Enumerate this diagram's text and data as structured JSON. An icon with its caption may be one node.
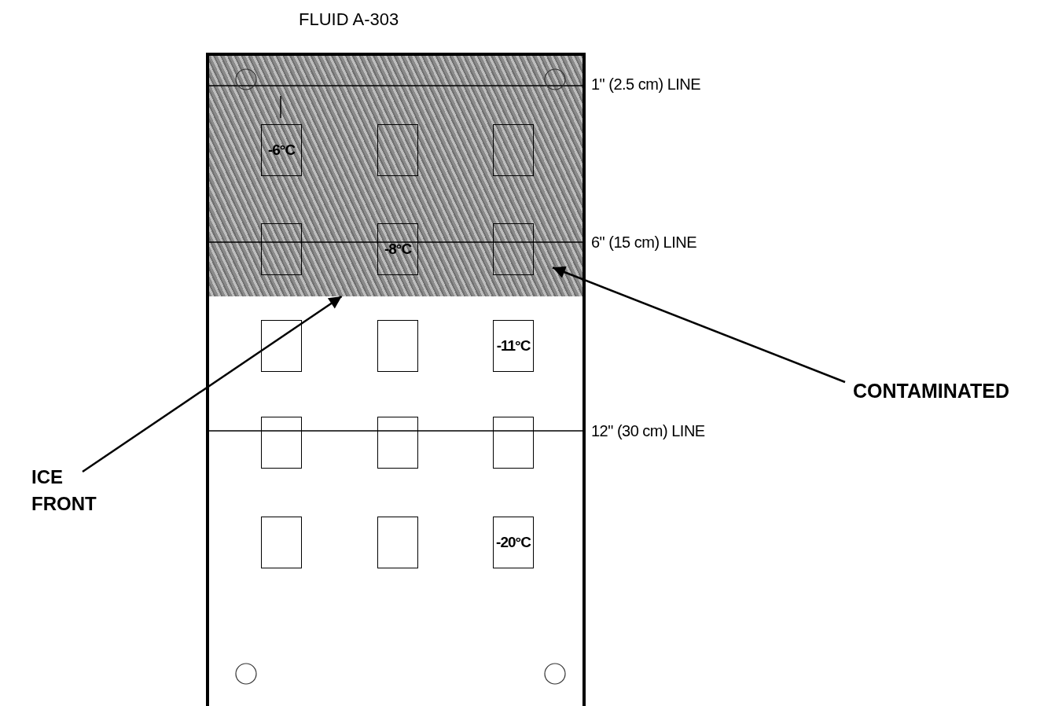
{
  "diagram": {
    "title": "FLUID A-303",
    "nodes": [
      {
        "text": [],
        "shape": "box"
      },
      {
        "text": [],
        "shape": "box",
        "in": 0
      },
      {
        "text": [
          "-6°C"
        ],
        "in": 1
      },
      {
        "text": [],
        "shape": "box",
        "in": 1
      },
      {
        "text": [],
        "shape": "box",
        "in": 1
      },
      {
        "text": [],
        "shape": "box",
        "in": 1
      },
      {
        "text": [
          "-8°C"
        ],
        "in": 1
      },
      {
        "text": [],
        "shape": "box",
        "in": 1
      },
      {
        "text": [],
        "shape": "box",
        "in": 0
      },
      {
        "text": [],
        "shape": "box",
        "in": 0
      },
      {
        "text": [
          "-11°C"
        ],
        "in": 0
      },
      {
        "text": [],
        "shape": "box",
        "in": 0
      },
      {
        "text": [],
        "shape": "box",
        "in": 0
      },
      {
        "text": [],
        "shape": "box",
        "in": 0
      },
      {
        "text": [],
        "shape": "box",
        "in": 0
      },
      {
        "text": [],
        "shape": "box",
        "in": 0
      },
      {
        "text": [
          "-20°C"
        ],
        "in": 0
      },
      {
        "text": [
          "ICE FRONT"
        ]
      },
      {
        "text": [
          "CONTAMINATED"
        ]
      }
    ],
    "edges": [
      {
        "from": 17,
        "to": 1,
        "arrow": "to"
      },
      {
        "from": 18,
        "to": 1,
        "arrow": "to"
      }
    ],
    "labels": [
      "1\" (2.5 cm) LINE",
      "6\" (15 cm) LINE",
      "12\" (30 cm) LINE"
    ]
  }
}
